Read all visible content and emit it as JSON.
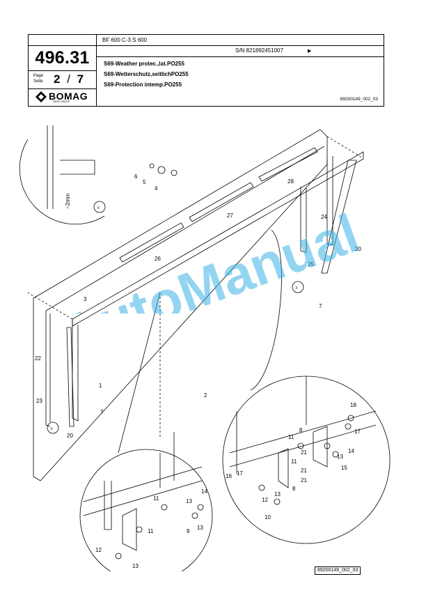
{
  "header": {
    "part_number": "496.31",
    "page_label_en": "Page",
    "page_label_de": "Seite",
    "page_current": "2",
    "page_separator": "/",
    "page_total": "7",
    "brand": "BOMAG",
    "brand_sub": "FAYAT GROUP",
    "model": "BF 600 C-3 S 600",
    "serial": "S/N 821892451007",
    "serial_arrow": "▶",
    "title_en": "S69-Weather protec.,lat.PO255",
    "title_de": "S69-Wetterschutz,seitlichPO255",
    "title_fr": "S69-Protection intemp.PO255",
    "doc_id": "89200149_002_03"
  },
  "drawing": {
    "detail_label": "~2mm",
    "detail_marker": "X",
    "callouts": {
      "c1": "1",
      "c2": "2",
      "c3": "3",
      "c4": "4",
      "c5": "5",
      "c6": "6",
      "c7a": "7",
      "c7b": "7",
      "c20a": "20",
      "c20b": "20",
      "c21": "22",
      "c23": "23",
      "c24": "24",
      "c25": "25",
      "c26": "26",
      "c27": "27",
      "c28": "28",
      "d9": "9",
      "d11a": "11",
      "d11b": "11",
      "d12": "12",
      "d13a": "13",
      "d13b": "13",
      "d13c": "13",
      "d14": "14",
      "e8a": "8",
      "e8b": "8",
      "e10": "10",
      "e11a": "11",
      "e11b": "11",
      "e12": "12",
      "e13a": "13",
      "e13b": "13",
      "e14": "14",
      "e15": "15",
      "e16": "16",
      "e17a": "17",
      "e17b": "17",
      "e18": "18",
      "e21a": "21",
      "e21b": "21",
      "e21c": "21"
    }
  },
  "footer": {
    "doc_id": "89200149_002_03"
  },
  "watermark": {
    "text": "AutoManual"
  }
}
